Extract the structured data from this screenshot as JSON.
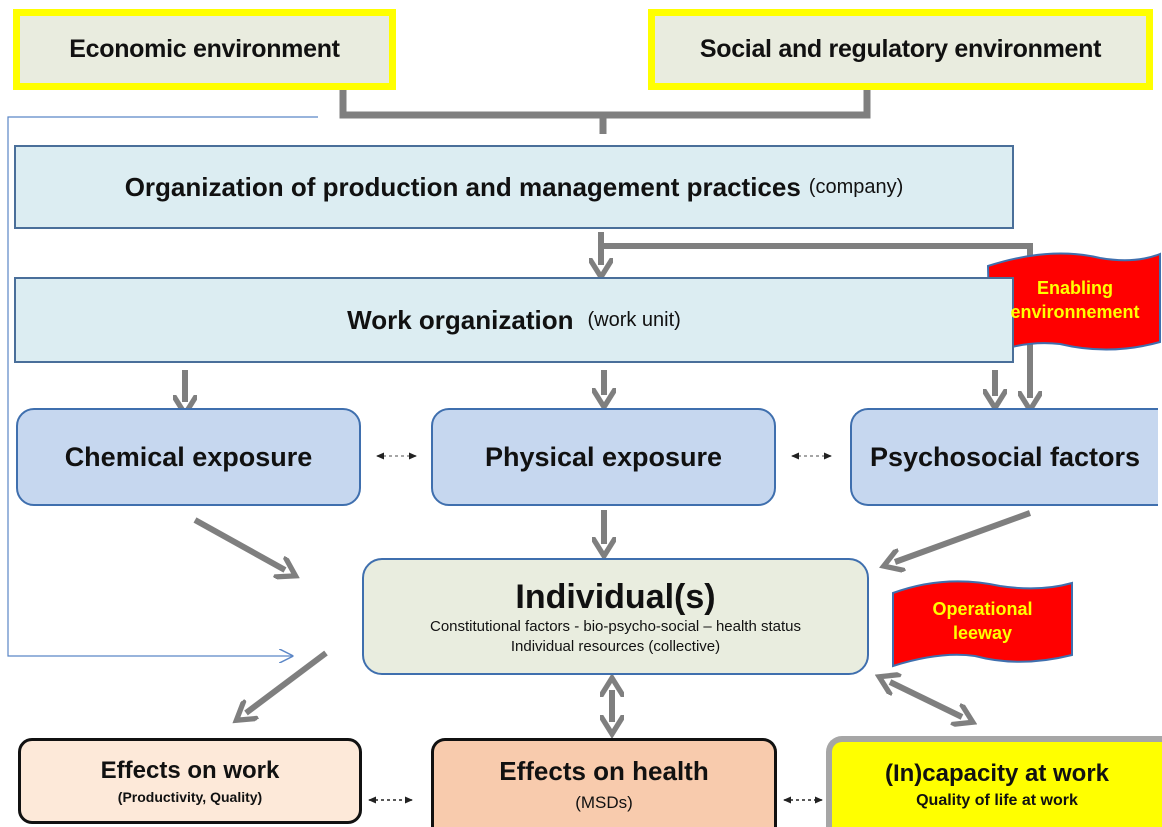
{
  "top": {
    "economic": "Economic environment",
    "social": "Social and regulatory environment"
  },
  "company": {
    "title": "Organization of production and management practices",
    "suffix": "(company)"
  },
  "work": {
    "title": "Work organization",
    "suffix": "(work unit)"
  },
  "exposures": {
    "chemical": "Chemical exposure",
    "physical": "Physical exposure",
    "psychosocial": "Psychosocial factors"
  },
  "individual": {
    "title": "Individual(s)",
    "line1": "Constitutional factors - bio-psycho-social – health status",
    "line2": "Individual resources (collective)"
  },
  "flags": {
    "enabling_line1": "Enabling",
    "enabling_line2": "environnement",
    "operational_line1": "Operational",
    "operational_line2": "leeway"
  },
  "effects": {
    "work_title": "Effects on work",
    "work_sub": "(Productivity, Quality)",
    "health_title": "Effects on health",
    "health_sub": "(MSDs)",
    "capacity_title": "(In)capacity at work",
    "capacity_sub": "Quality of life at work"
  },
  "colors": {
    "env_border": "#ffff00",
    "org_fill": "#dcedf2",
    "exposure_fill": "#c6d7ef",
    "individual_fill": "#e9eddf",
    "effect_work_fill": "#fde9d9",
    "effect_health_fill": "#f8cbad",
    "effect_capacity_fill": "#ffff00",
    "flag_fill": "#ff0000",
    "arrow": "#7f7f7f"
  }
}
